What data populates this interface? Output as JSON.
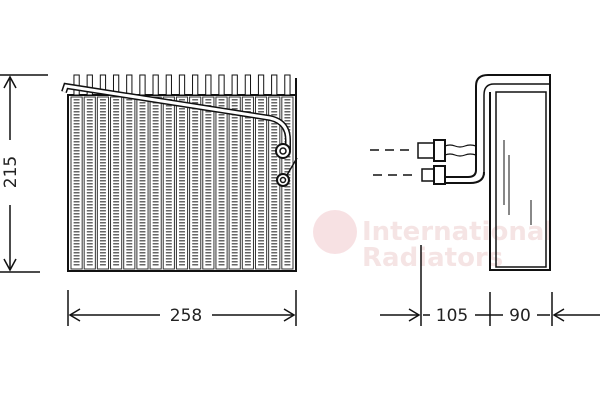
{
  "watermark": {
    "line1": "International",
    "line2": "Radiators",
    "color": "#f0d4d6"
  },
  "front_view": {
    "height_label": "215",
    "width_label": "258",
    "fin_columns": 17
  },
  "side_view": {
    "offset_label": "105",
    "depth_label": "90"
  },
  "colors": {
    "line": "#111111",
    "background": "#ffffff"
  }
}
